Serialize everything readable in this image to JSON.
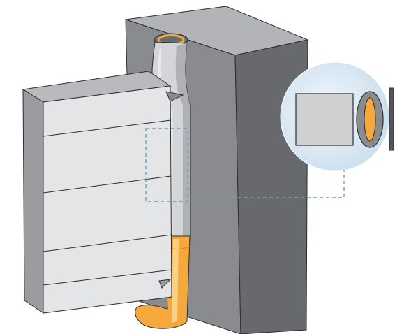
{
  "figure": {
    "icons": [
      "wall-block",
      "stacked-panel",
      "pipe-insert",
      "orange-sleeve",
      "magnifier-circle",
      "gasket-ring"
    ]
  },
  "colors": {
    "wall_front": "#8a8b8f",
    "wall_side": "#68696d",
    "wall_top": "#b3b4b8",
    "panel_front": "#e4e5e7",
    "panel_side": "#9b9ca0",
    "pipe_light": "#d4d5d8",
    "pipe_shade": "#b0b1b5",
    "orange": "#f5a83c",
    "orange_light": "#fcd490",
    "outline": "#2d2d2d",
    "callout": "#6f9fbd",
    "magnifier_fill": "#d9e9f4"
  }
}
